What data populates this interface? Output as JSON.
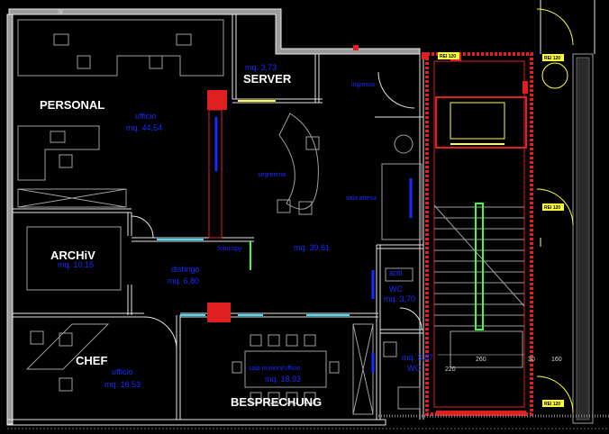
{
  "rooms": {
    "personal": {
      "name": "PERSONAL",
      "use": "ufficio",
      "area": "mq. 44,54"
    },
    "server": {
      "name": "SERVER",
      "area": "mq. 3,73"
    },
    "archiv": {
      "name": "ARCHiV",
      "area": "mq. 10,15"
    },
    "chef": {
      "name": "CHEF",
      "use": "ufficio",
      "area": "mq. 16,53"
    },
    "besprechung": {
      "name": "BESPRECHUNG",
      "use": "sala riunioni/ufficio",
      "area": "mq. 18,93"
    },
    "open": {
      "area": "mq. 39,61"
    },
    "disbrigo": {
      "use": "disbrigo",
      "area": "mq. 6,80"
    },
    "wc1": {
      "use": "WC",
      "area": "mq. 3,70"
    },
    "wc2": {
      "use": "WC",
      "area": "mq. 3,87"
    }
  },
  "labels": {
    "ingresso": "ingresso",
    "segreteria": "segreteria",
    "sala_attesa": "sala attesa",
    "antibagno": "anti",
    "fotocopy": "fotocopy",
    "top_code": "3L"
  },
  "tags": {
    "rei_top": "REI 120",
    "rei_mid": "REI 120",
    "rei_low": "REI 120",
    "rei_stair": "REI 120"
  },
  "dimensions": {
    "d260": "260",
    "d30": "30",
    "d160": "160",
    "d220": "220"
  },
  "colors": {
    "background": "#000000",
    "wall_white": "#e6e6e6",
    "wall_grey": "#9c9c9c",
    "stair_red": "#e02020",
    "furniture_grey": "#a0a0a0",
    "blue_text": "#1a2bff",
    "yellow": "#ffff40",
    "cyan": "#40e0ff",
    "green": "#40ff40"
  }
}
